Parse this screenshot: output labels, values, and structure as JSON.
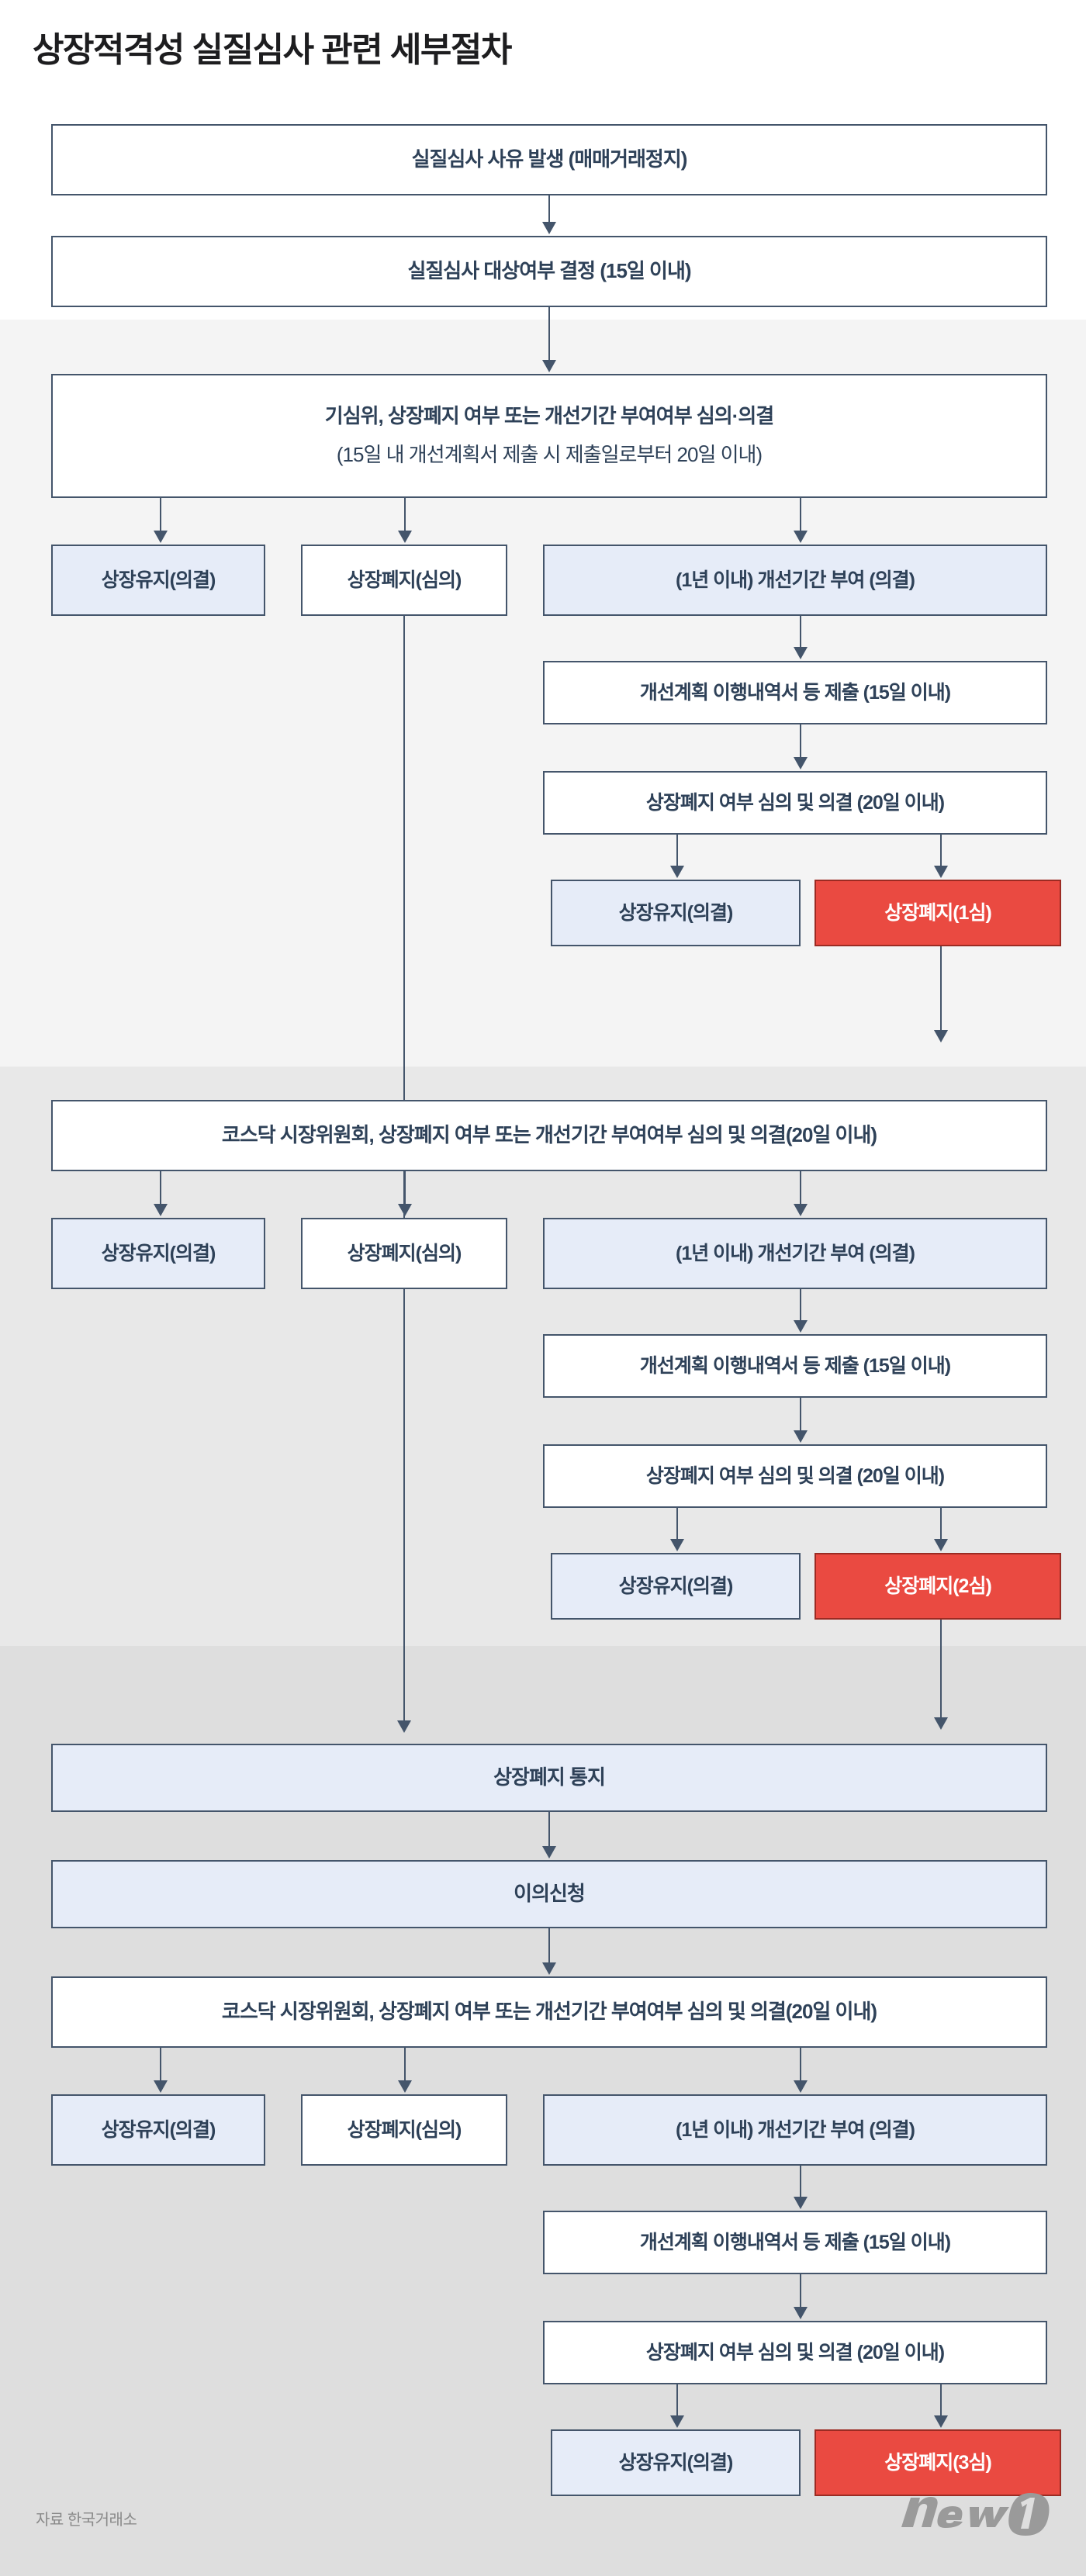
{
  "title": "상장적격성 실질심사 관련 세부절차",
  "footer": {
    "source": "자료 한국거래소",
    "logo_text": "news",
    "logo_number": "1"
  },
  "colors": {
    "box_border": "#44556b",
    "box_text": "#2e4158",
    "fill_white": "#ffffff",
    "fill_blue": "#e6ecf8",
    "fill_red": "#ea4a41",
    "band_1": "#f4f4f4",
    "band_2": "#e8e8e8",
    "band_3": "#dedede",
    "title_text": "#1d1d1f",
    "source_text": "#8a8a8a"
  },
  "nodes": {
    "start": "실질심사 사유 발생 (매매거래정지)",
    "decide_target": "실질심사 대상여부 결정 (15일 이내)",
    "s1_header_line1": "기심위, 상장폐지 여부 또는 개선기간 부여여부 심의·의결",
    "s1_header_line2": "(15일 내 개선계획서 제출 시 제출일로부터 20일 이내)",
    "s1_keep": "상장유지(의결)",
    "s1_delist_review": "상장폐지(심의)",
    "s1_grace": "(1년 이내) 개선기간 부여 (의결)",
    "s1_submit": "개선계획 이행내역서 등 제출 (15일 이내)",
    "s1_review": "상장폐지 여부 심의 및 의결 (20일 이내)",
    "s1_keep2": "상장유지(의결)",
    "s1_delist": "상장폐지(1심)",
    "s2_header": "코스닥 시장위원회, 상장폐지 여부 또는 개선기간 부여여부 심의 및 의결(20일 이내)",
    "s2_keep": "상장유지(의결)",
    "s2_delist_review": "상장폐지(심의)",
    "s2_grace": "(1년 이내) 개선기간 부여 (의결)",
    "s2_submit": "개선계획 이행내역서 등 제출 (15일 이내)",
    "s2_review": "상장폐지 여부 심의 및 의결 (20일 이내)",
    "s2_keep2": "상장유지(의결)",
    "s2_delist": "상장폐지(2심)",
    "notice": "상장폐지 통지",
    "objection": "이의신청",
    "s3_header": "코스닥 시장위원회, 상장폐지 여부 또는 개선기간 부여여부 심의 및 의결(20일 이내)",
    "s3_keep": "상장유지(의결)",
    "s3_delist_review": "상장폐지(심의)",
    "s3_grace": "(1년 이내) 개선기간 부여 (의결)",
    "s3_submit": "개선계획 이행내역서 등 제출 (15일 이내)",
    "s3_review": "상장폐지 여부 심의 및 의결 (20일 이내)",
    "s3_keep2": "상장유지(의결)",
    "s3_delist": "상장폐지(3심)"
  }
}
